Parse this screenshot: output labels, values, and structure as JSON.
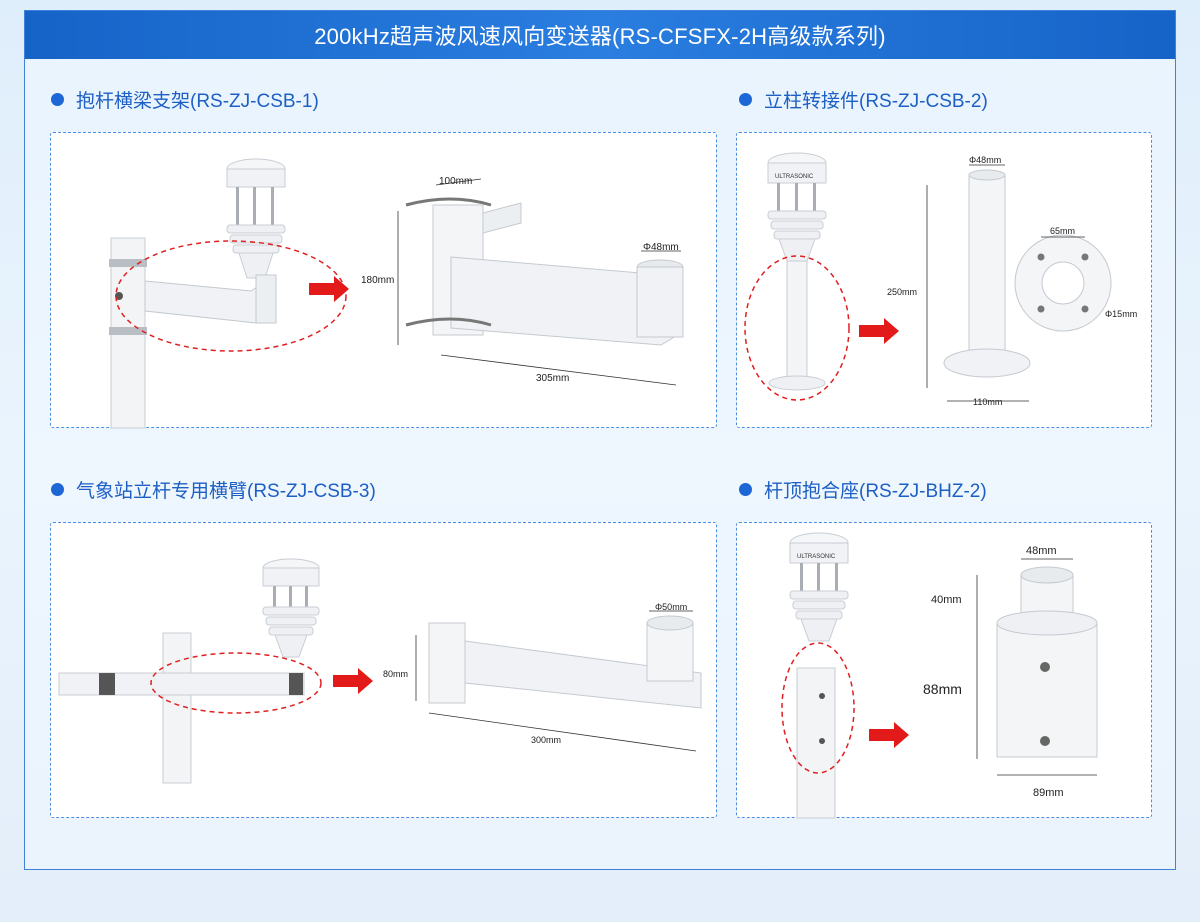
{
  "header": {
    "title": "200kHz超声波风速风向变送器(RS-CFSFX-2H高级款系列)"
  },
  "sections": [
    {
      "title": "抱杆横梁支架(RS-ZJ-CSB-1)",
      "dims": {
        "top": "100mm",
        "height": "180mm",
        "pipe": "Φ48mm",
        "length": "305mm"
      }
    },
    {
      "title": "立柱转接件(RS-ZJ-CSB-2)",
      "dims": {
        "top": "Φ48mm",
        "height": "250mm",
        "holes": "65mm",
        "hole_dia": "Φ15mm",
        "base": "110mm"
      }
    },
    {
      "title": "气象站立杆专用横臂(RS-ZJ-CSB-3)",
      "dims": {
        "pipe": "Φ50mm",
        "height": "80mm",
        "length": "300mm"
      }
    },
    {
      "title": "杆顶抱合座(RS-ZJ-BHZ-2)",
      "dims": {
        "top": "48mm",
        "upper": "40mm",
        "height": "88mm",
        "bottom": "89mm"
      }
    }
  ],
  "sensor_label": "ULTRASONIC",
  "colors": {
    "accent": "#1c66d6",
    "highlight": "#e02020",
    "header": "#1f6fd2"
  }
}
